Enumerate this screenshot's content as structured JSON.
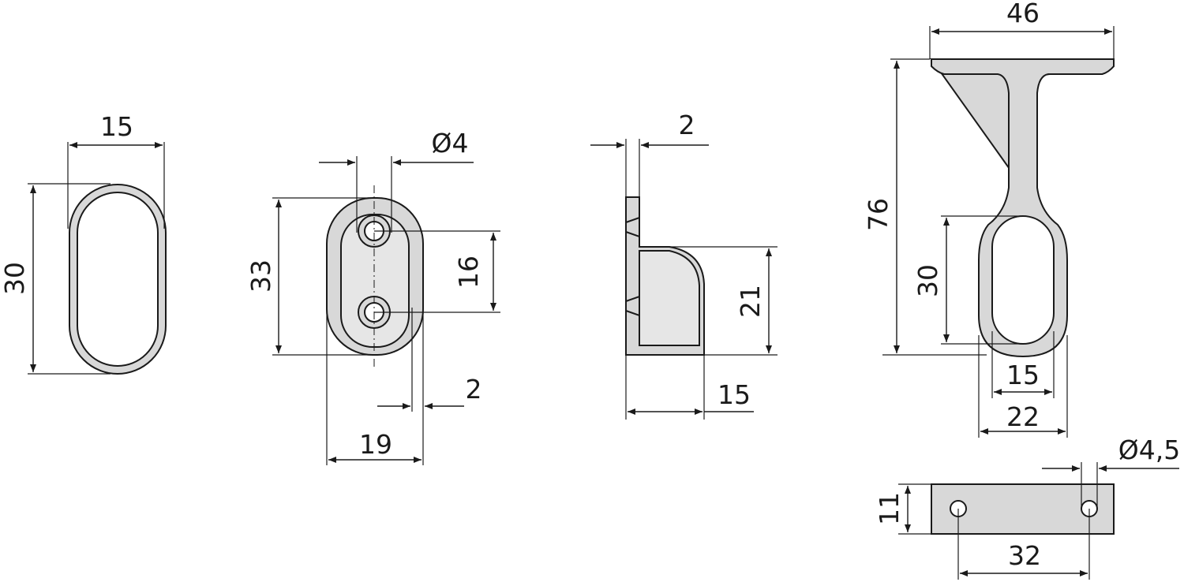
{
  "colors": {
    "part_fill": "#d8d8d8",
    "line": "#1a1a1a",
    "background": "#ffffff"
  },
  "rod_profile": {
    "width": "15",
    "height": "30"
  },
  "end_bracket_front": {
    "hole_diameter": "Ø4",
    "height": "33",
    "hole_spacing": "16",
    "wall_thickness": "2",
    "width": "19"
  },
  "end_bracket_side": {
    "thickness": "2",
    "height": "21",
    "depth": "15"
  },
  "center_support": {
    "flange_width": "46",
    "overall_height": "76",
    "ring_height": "30",
    "ring_inner_width": "15",
    "ring_outer_width": "22"
  },
  "flange_plate": {
    "hole_diameter": "Ø4,5",
    "height": "11",
    "hole_spacing": "32"
  }
}
